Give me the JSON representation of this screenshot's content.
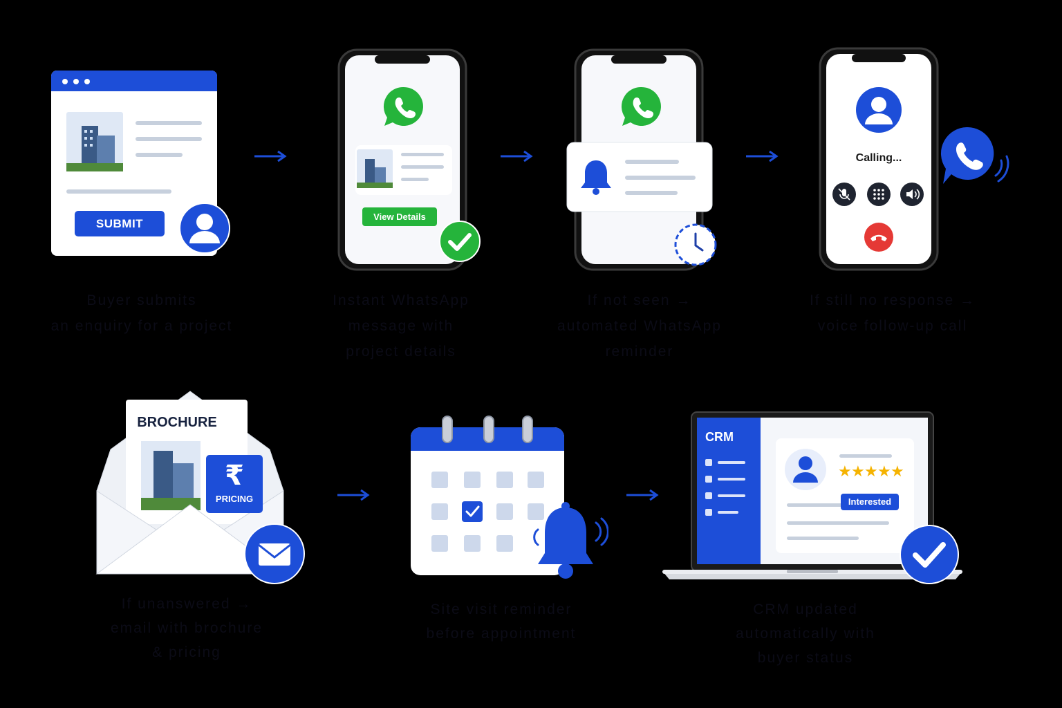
{
  "steps": [
    {
      "id": "enquiry",
      "submit_label": "SUBMIT",
      "caption": [
        "Buyer submits",
        "an enquiry for a project"
      ]
    },
    {
      "id": "whatsapp",
      "button_label": "View Details",
      "caption": [
        "Instant WhatsApp",
        "message with",
        "project details"
      ]
    },
    {
      "id": "reminder",
      "caption": [
        "If not seen →",
        "automated WhatsApp",
        "reminder"
      ]
    },
    {
      "id": "call",
      "status": "Calling...",
      "caption": [
        "If still no response →",
        "voice follow-up call"
      ]
    },
    {
      "id": "email",
      "doc_title": "BROCHURE",
      "currency_symbol": "₹",
      "pricing_label": "PRICING",
      "caption": [
        "If unanswered →",
        "email with brochure",
        "& pricing"
      ]
    },
    {
      "id": "site-visit",
      "caption": [
        "Site visit reminder",
        "before appointment"
      ]
    },
    {
      "id": "crm",
      "crm_label": "CRM",
      "status_badge": "Interested",
      "rating_stars": 5,
      "caption": [
        "CRM updated",
        "automatically with",
        "buyer status"
      ]
    }
  ],
  "colors": {
    "background": "#000000",
    "brand_blue": "#1d4ed8",
    "blue_dark": "#1e3fa8",
    "whatsapp_green": "#25b43b",
    "star_gold": "#f5b301",
    "end_call_red": "#e53935",
    "caption_text": "#0b0b16"
  },
  "icons": [
    "user-icon",
    "whatsapp-icon",
    "check-icon",
    "bell-icon",
    "clock-icon",
    "phone-icon",
    "mute-icon",
    "keypad-icon",
    "speaker-icon",
    "end-call-icon",
    "envelope-icon",
    "rupee-icon",
    "calendar-icon",
    "star-icon",
    "flow-arrow"
  ]
}
